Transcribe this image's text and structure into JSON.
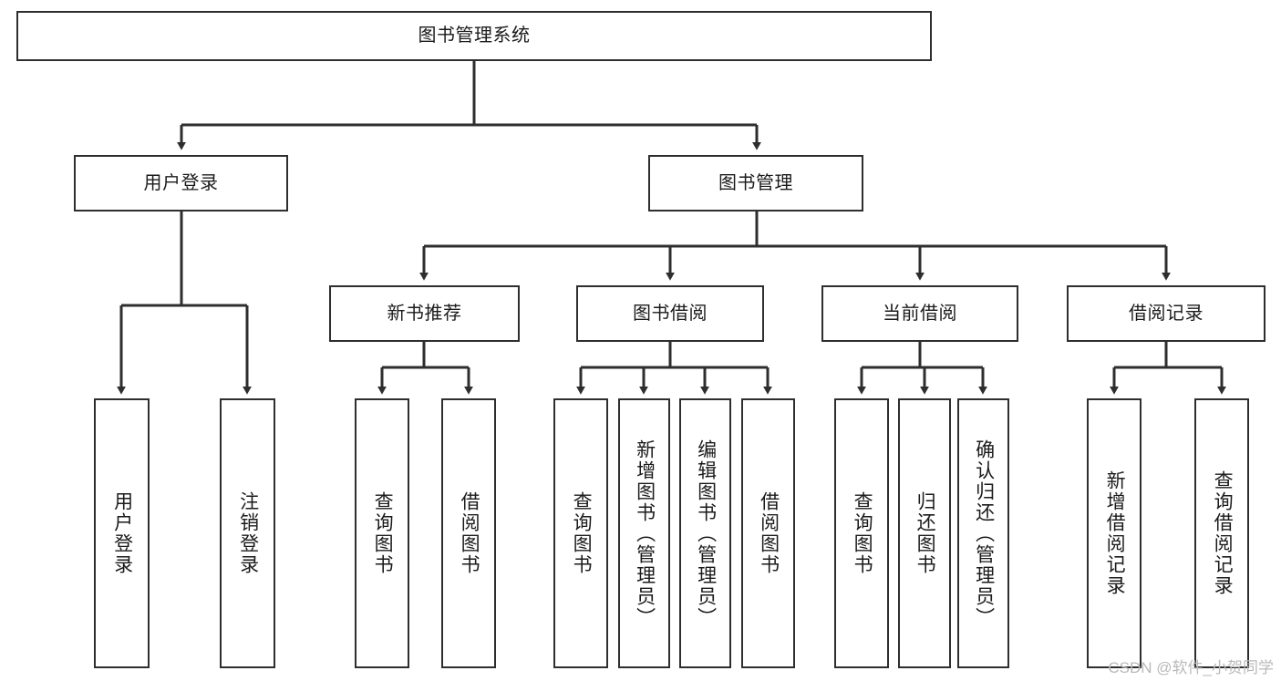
{
  "diagram": {
    "type": "hierarchy-tree",
    "title": "图书管理系统",
    "colors": {
      "box_border": "#2e2e2e",
      "box_fill": "#ffffff",
      "connector": "#2e2e2e",
      "text": "#1b1b1b",
      "watermark": "#b9b9b9"
    },
    "root": {
      "label": "图书管理系统"
    },
    "level2": [
      {
        "label": "用户登录"
      },
      {
        "label": "图书管理"
      }
    ],
    "level3": [
      {
        "label": "新书推荐"
      },
      {
        "label": "图书借阅"
      },
      {
        "label": "当前借阅"
      },
      {
        "label": "借阅记录"
      }
    ],
    "leaves": {
      "user_login": [
        {
          "label": "用户登录"
        },
        {
          "label": "注销登录"
        }
      ],
      "new_book_recommend": [
        {
          "label": "查询图书"
        },
        {
          "label": "借阅图书"
        }
      ],
      "book_borrow": [
        {
          "label": "查询图书"
        },
        {
          "label": "新增图书（管理员）"
        },
        {
          "label": "编辑图书（管理员）"
        },
        {
          "label": "借阅图书"
        }
      ],
      "current_borrow": [
        {
          "label": "查询图书"
        },
        {
          "label": "归还图书"
        },
        {
          "label": "确认归还（管理员）"
        }
      ],
      "borrow_record": [
        {
          "label": "新增借阅记录"
        },
        {
          "label": "查询借阅记录"
        }
      ]
    }
  },
  "watermark": {
    "text": "CSDN @软件_小贺同学"
  }
}
